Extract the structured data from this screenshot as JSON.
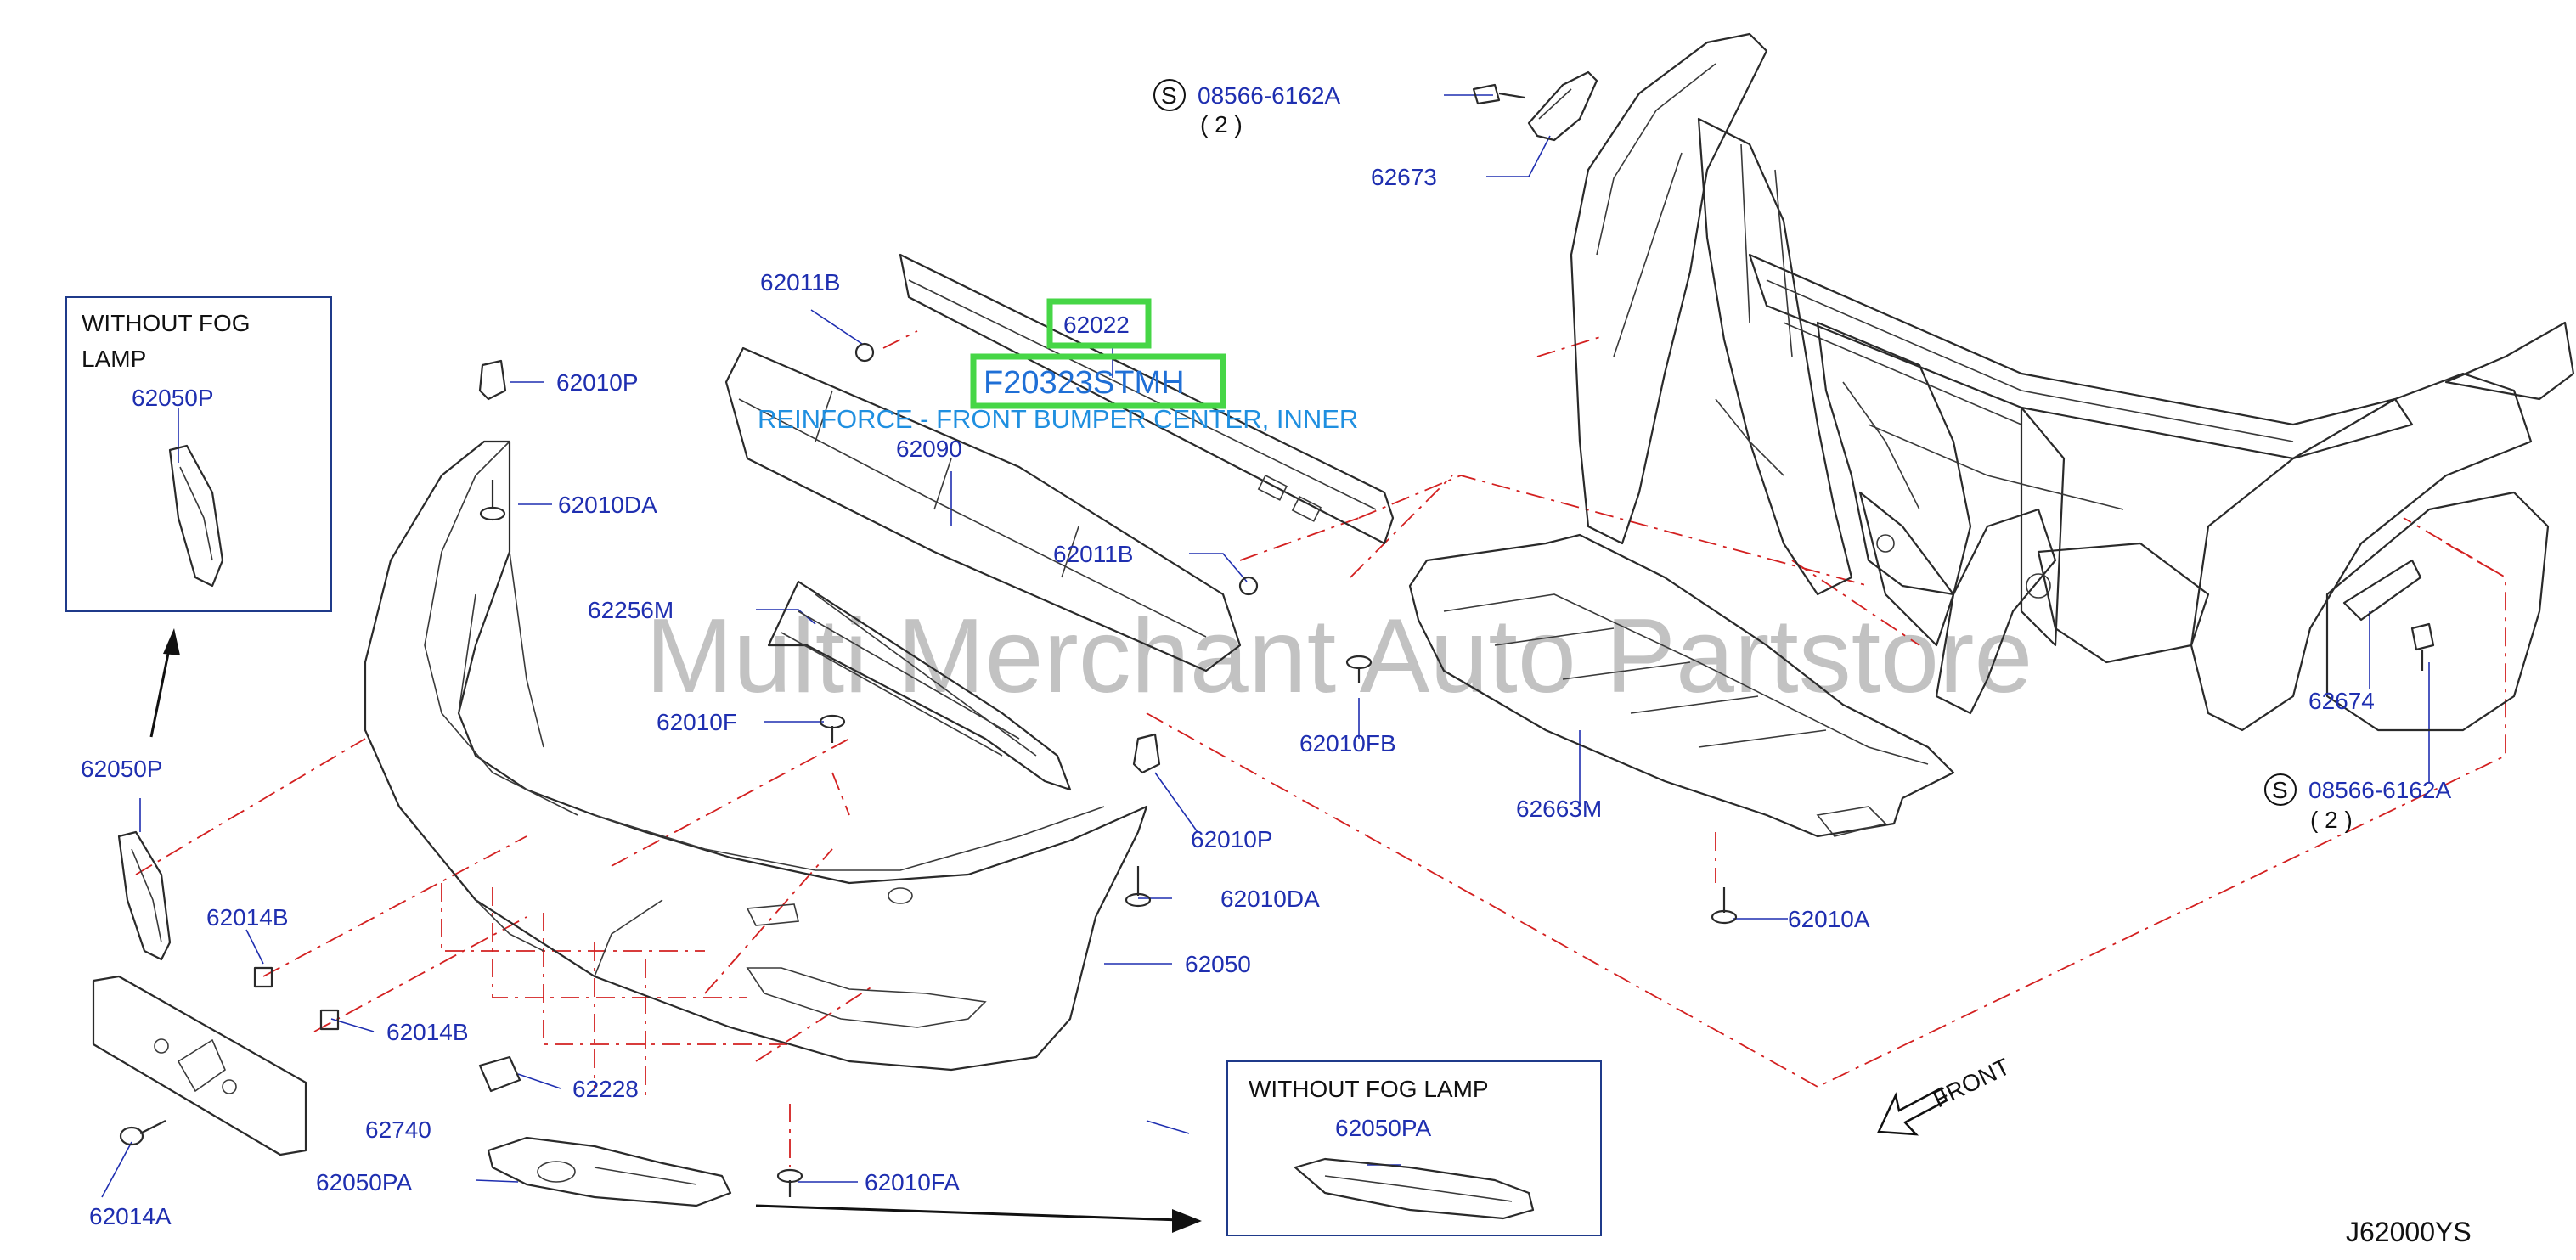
{
  "labels": {
    "l_08566_top": "08566-6162A",
    "l_qty_top": "( 2 )",
    "l_62673": "62673",
    "l_62011B_a": "62011B",
    "l_62022": "62022",
    "l_part_number": "F20323STMH",
    "l_description": "REINFORCE - FRONT BUMPER CENTER, INNER",
    "l_62090": "62090",
    "l_62011B_b": "62011B",
    "l_62010P_a": "62010P",
    "l_62010DA_a": "62010DA",
    "l_62256M": "62256M",
    "l_62010F": "62010F",
    "l_62010FB": "62010FB",
    "l_62010P_b": "62010P",
    "l_62010DA_b": "62010DA",
    "l_62050P_main": "62050P",
    "l_62014B_a": "62014B",
    "l_62014B_b": "62014B",
    "l_62050": "62050",
    "l_62228": "62228",
    "l_62740": "62740",
    "l_62050PA_main": "62050PA",
    "l_62014A": "62014A",
    "l_62010FA": "62010FA",
    "l_62663M": "62663M",
    "l_62010A": "62010A",
    "l_62674": "62674",
    "l_08566_right": "08566-6162A",
    "l_qty_right": "( 2 )",
    "l_front": "FRONT",
    "l_ref": "J62000YS",
    "s_symbol": "S"
  },
  "inset_left": {
    "line1": "WITHOUT FOG",
    "line2": "LAMP",
    "part": "62050P"
  },
  "inset_bottom": {
    "line1": "WITHOUT FOG LAMP",
    "part": "62050PA"
  },
  "watermark": "Multi Merchant Auto Partstore",
  "colors": {
    "label_blue": "#1f2fb0",
    "highlight_green": "#46d646",
    "description_blue": "#1f8fe0",
    "guide_red": "#d32020"
  }
}
